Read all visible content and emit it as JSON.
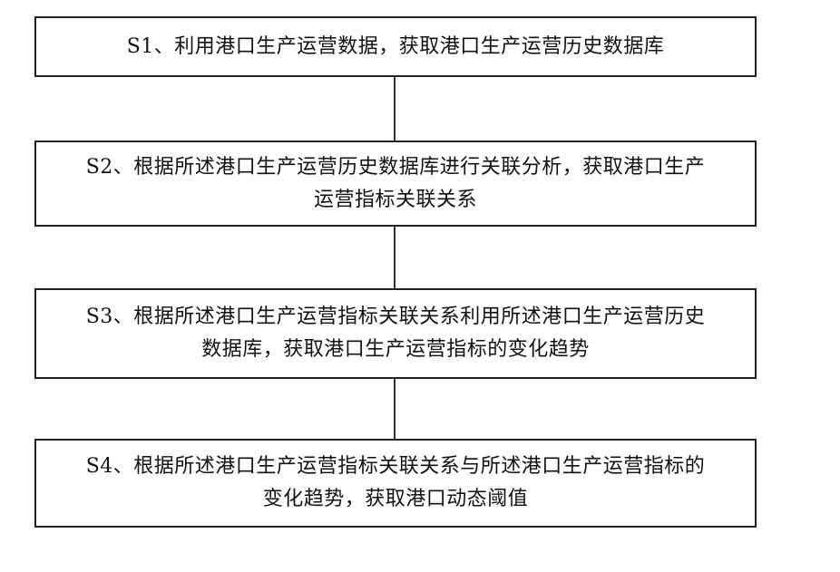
{
  "steps": [
    {
      "id": "S1",
      "lines": [
        "S1、利用港口生产运营数据，获取港口生产运营历史数据库"
      ]
    },
    {
      "id": "S2",
      "lines": [
        "S2、根据所述港口生产运营历史数据库进行关联分析，获取港口生产",
        "运营指标关联关系"
      ]
    },
    {
      "id": "S3",
      "lines": [
        "S3、根据所述港口生产运营指标关联关系利用所述港口生产运营历史",
        "数据库，获取港口生产运营指标的变化趋势"
      ]
    },
    {
      "id": "S4",
      "lines": [
        "S4、根据所述港口生产运营指标关联关系与所述港口生产运营指标的",
        "变化趋势，获取港口动态阈值"
      ]
    }
  ]
}
